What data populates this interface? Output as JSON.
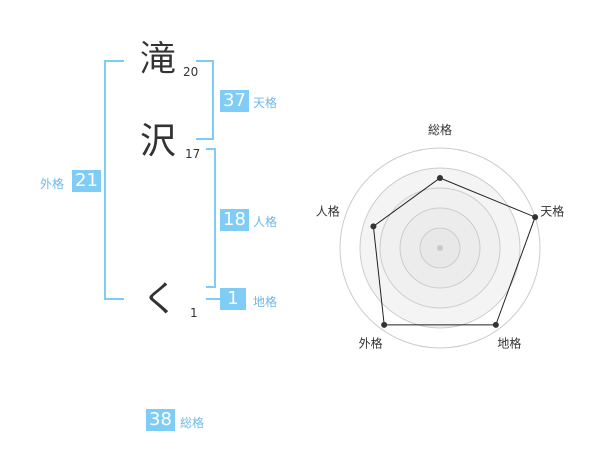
{
  "name": {
    "chars": [
      {
        "char": "滝",
        "strokes": "20"
      },
      {
        "char": "沢",
        "strokes": "17"
      },
      {
        "char": "く",
        "strokes": "1"
      }
    ]
  },
  "fortunes": {
    "tenkaku": {
      "value": "37",
      "label": "天格"
    },
    "jinkaku": {
      "value": "18",
      "label": "人格"
    },
    "chikaku": {
      "value": "1",
      "label": "地格"
    },
    "gaikaku": {
      "value": "21",
      "label": "外格"
    },
    "soukaku": {
      "value": "38",
      "label": "総格"
    }
  },
  "colors": {
    "accent": "#7fcdf7",
    "label": "#6fb8e8",
    "text": "#333333"
  },
  "chart_data": {
    "type": "radar",
    "axes": [
      "総格",
      "天格",
      "地格",
      "外格",
      "人格"
    ],
    "values": [
      0.7,
      1.0,
      0.95,
      0.95,
      0.7
    ],
    "rings": 5,
    "max": 1
  }
}
